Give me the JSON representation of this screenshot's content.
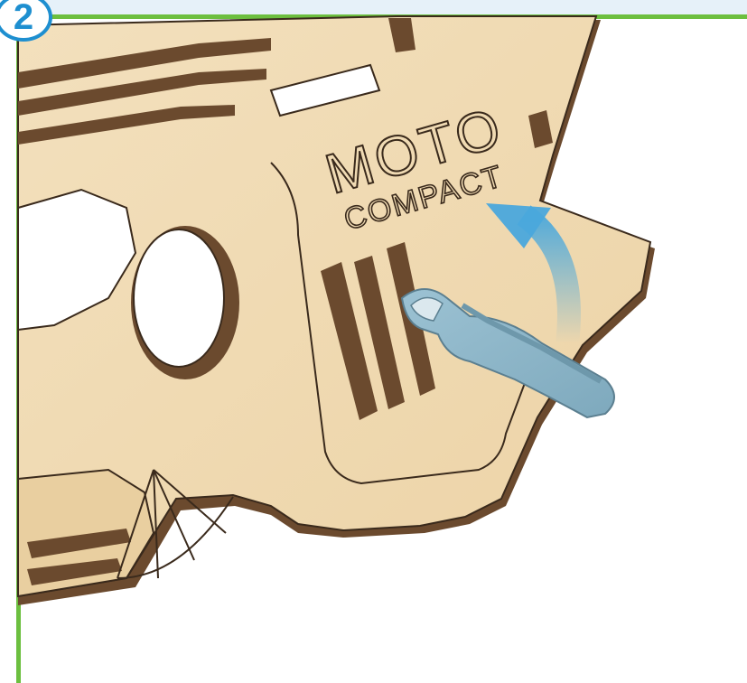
{
  "step": {
    "number": "2"
  },
  "engraving": {
    "line1": "MOTO",
    "line2": "COMPACT"
  },
  "colors": {
    "frame": "#6cbf3f",
    "badge": "#1e8fd0",
    "header": "#e6f1f9",
    "wood": "#f1dcb6",
    "wood_edge": "#6b4a2e",
    "key": "#8fb6c8",
    "arrow": "#4aa8dc"
  },
  "icons": {
    "rotate_arrow": "curved-arrow-icon"
  }
}
